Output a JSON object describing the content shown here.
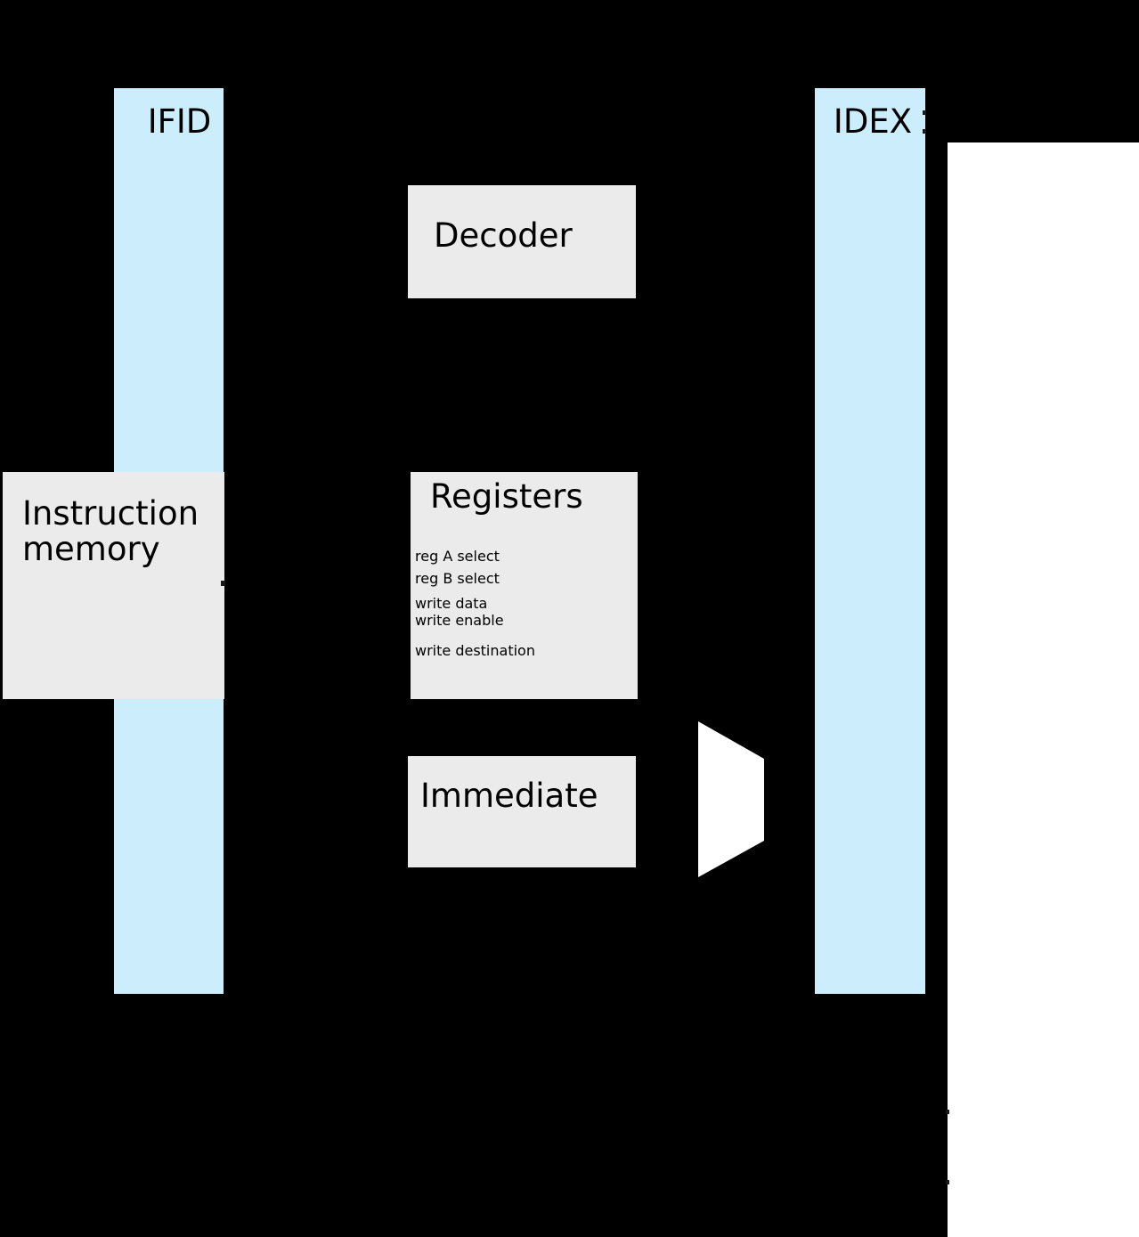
{
  "diagram": {
    "title": "CPU pipeline instruction decode datapath",
    "type": "block-diagram",
    "background_color": "#000000",
    "panel_color": "#ffffff",
    "pipeline_register_color": "#cceefc",
    "unit_box_color": "#ebebeb",
    "mux_color": "#ffffff",
    "text_color": "#000000"
  },
  "pipeline_registers": [
    {
      "id": "ifid",
      "label": "IFID"
    },
    {
      "id": "idex",
      "label": "IDEX"
    }
  ],
  "units": [
    {
      "id": "decoder",
      "label": "Decoder"
    },
    {
      "id": "instruction-memory",
      "label": "Instruction\nmemory"
    },
    {
      "id": "registers",
      "label": "Registers"
    },
    {
      "id": "immediate",
      "label": "Immediate"
    }
  ],
  "registers_ports": [
    {
      "label": "reg A select"
    },
    {
      "label": "reg B select"
    },
    {
      "label": "write data"
    },
    {
      "label": "write enable"
    },
    {
      "label": "write destination"
    }
  ],
  "multiplexer": {
    "id": "operand-mux",
    "label": ""
  }
}
